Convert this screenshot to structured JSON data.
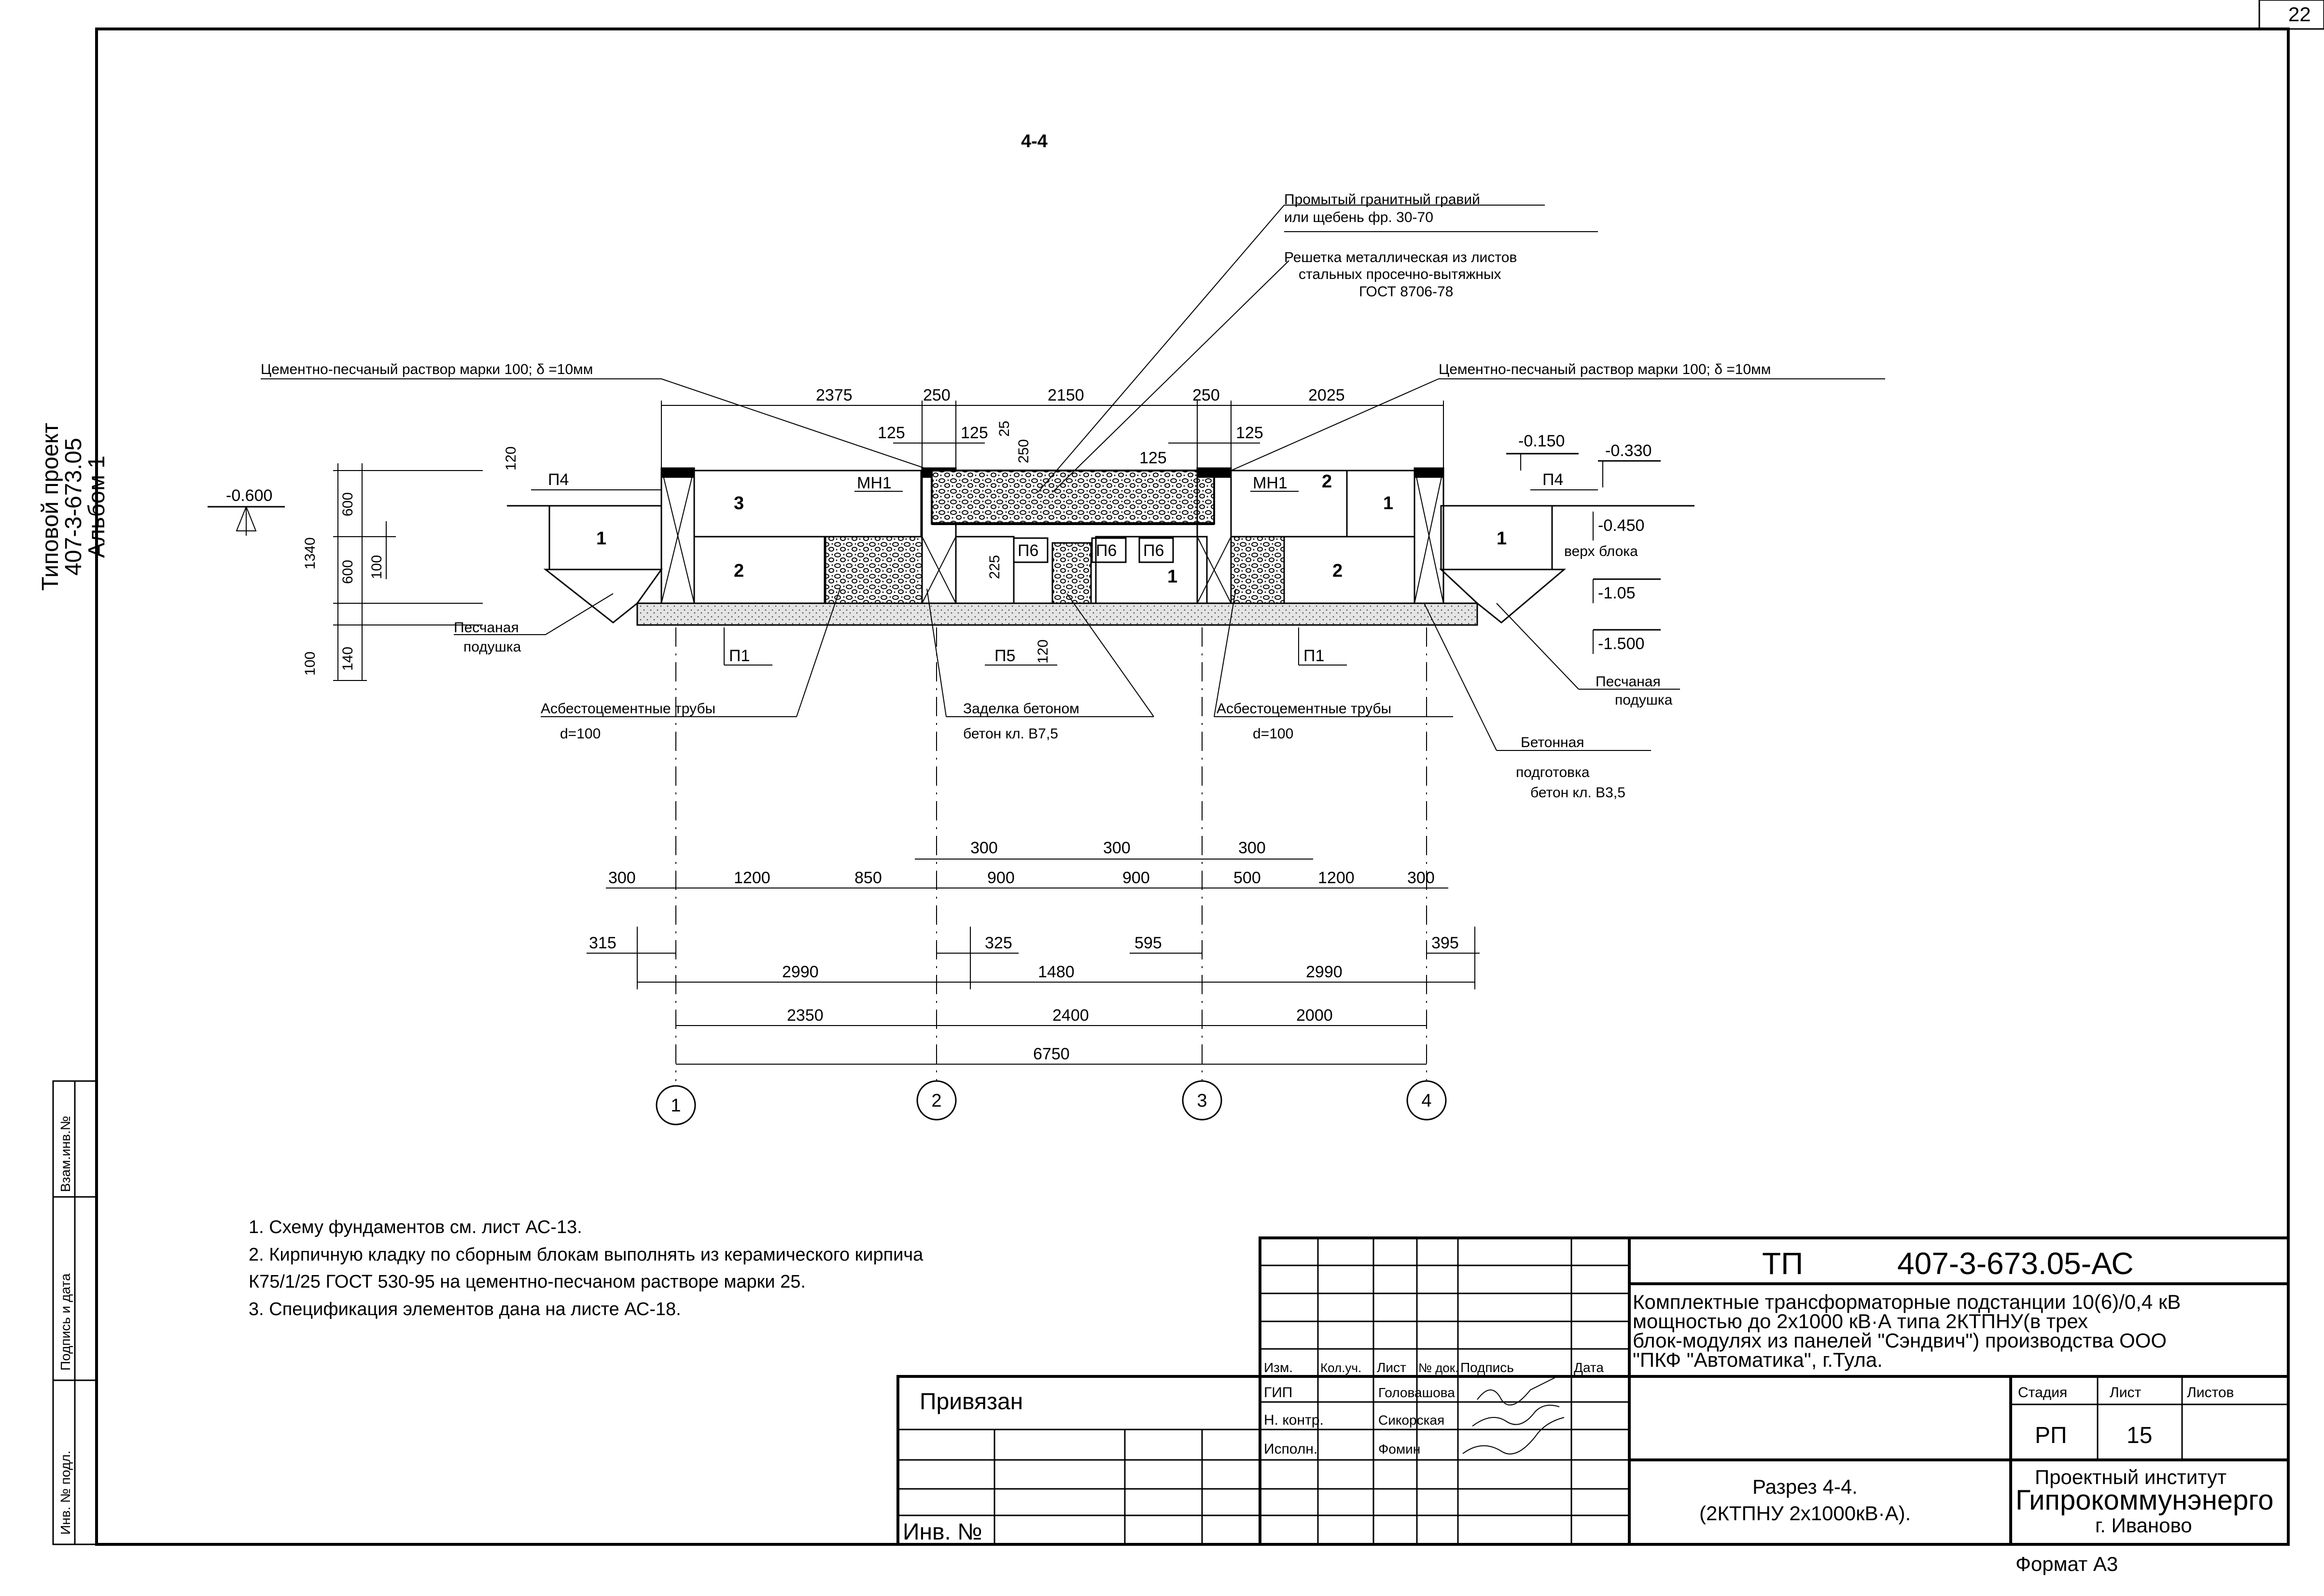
{
  "sheet": {
    "page_number": "22",
    "section_title": "4-4",
    "format": "Формат А3"
  },
  "side_stamp": {
    "line1": "Типовой проект",
    "line2": "407-3-673.05",
    "line3": "Альбом 1",
    "cols": [
      "Взам.инв.№",
      "Подпись и дата",
      "Инв. № подл."
    ]
  },
  "callouts": {
    "gravel_1": "Промытый гранитный гравий",
    "gravel_2": "или щебень фр. 30-70",
    "grid_1": "Решетка металлическая из листов",
    "grid_2": "стальных просечно-вытяжных",
    "grid_3": "ГОСТ 8706-78",
    "mortar_left": "Цементно-песчаный раствор марки 100; δ =10мм",
    "mortar_right": "Цементно-песчаный раствор марки 100; δ =10мм",
    "sand_left_1": "Песчаная",
    "sand_left_2": "подушка",
    "pipes_left_1": "Асбестоцементные трубы",
    "pipes_left_2": "d=100",
    "concrete_fill_1": "Заделка бетоном",
    "concrete_fill_2": "бетон кл. В7,5",
    "pipes_right_1": "Асбестоцементные трубы",
    "pipes_right_2": "d=100",
    "sand_right_1": "Песчаная",
    "sand_right_2": "подушка",
    "concrete_base_1": "Бетонная",
    "concrete_base_2": "подготовка",
    "concrete_base_3": "бетон кл. В3,5"
  },
  "marks": {
    "p4_left": "П4",
    "p4_right": "П4",
    "mn1_left": "МН1",
    "mn1_right": "МН1",
    "p6_a": "П6",
    "p6_b": "П6",
    "p6_c": "П6",
    "p1_left": "П1",
    "p1_right": "П1",
    "p5": "П5",
    "blk_3": "3",
    "blk_1a": "1",
    "blk_2a": "2",
    "blk_2b": "2",
    "blk_1b": "1",
    "blk_2c": "2",
    "blk_1c": "1",
    "blk_1d": "1"
  },
  "levels": {
    "l_0600": "-0.600",
    "l_0150": "-0.150",
    "l_0330": "-0.330",
    "l_0450": "-0.450",
    "top_block": "верх блока",
    "l_105": "-1.05",
    "l_1500": "-1.500"
  },
  "dims_top": {
    "d2375": "2375",
    "d250a": "250",
    "d2150": "2150",
    "d250b": "250",
    "d2025": "2025",
    "d125a": "125",
    "d125b": "125",
    "d25": "25",
    "d250c": "250",
    "d125c": "125",
    "d125d": "125",
    "d120": "120",
    "d1340": "1340",
    "d600a": "600",
    "d600b": "600",
    "d100a": "100",
    "d100b": "100",
    "d140": "140",
    "d225": "225",
    "d120b": "120"
  },
  "dims_bottom": {
    "r1": [
      "300",
      "1200",
      "850",
      "900",
      "900",
      "500",
      "1200",
      "300"
    ],
    "r1_top": [
      "300",
      "300",
      "300"
    ],
    "r2": [
      "315",
      "325",
      "595",
      "395"
    ],
    "r3": [
      "2990",
      "1480",
      "2990"
    ],
    "r4": [
      "2350",
      "2400",
      "2000"
    ],
    "r5": "6750"
  },
  "axes": [
    "1",
    "2",
    "3",
    "4"
  ],
  "notes": [
    "1. Схему фундаментов см. лист АС-13.",
    "2.  Кирпичную кладку по сборным блокам выполнять из керамического кирпича",
    "К75/1/25 ГОСТ 530-95 на цементно-песчаном растворе марки 25.",
    "3. Спецификация элементов дана на листе АС-18."
  ],
  "title_block": {
    "doc_code": "ТП",
    "doc_number": "407-3-673.05-АС",
    "description": [
      "Комплектные трансформаторные подстанции 10(6)/0,4 кВ",
      "мощностью до 2х1000 кВ·А типа 2КТПНУ(в трех",
      "блок-модулях из панелей \"Сэндвич\") производства ООО",
      "\"ПКФ \"Автоматика\", г.Тула."
    ],
    "head_cols": [
      "Изм.",
      "Кол.уч.",
      "Лист",
      "№ док.",
      "Подпись",
      "Дата"
    ],
    "roles": [
      {
        "role": "ГИП",
        "name": "Головашова"
      },
      {
        "role": "Н. контр.",
        "name": "Сикорская"
      },
      {
        "role": "Исполн.",
        "name": "Фомин"
      }
    ],
    "stage_label": "Стадия",
    "sheet_label": "Лист",
    "sheets_label": "Листов",
    "stage": "РП",
    "sheet": "15",
    "drawing_name_1": "Разрез 4-4.",
    "drawing_name_2": "(2КТПНУ 2х1000кВ·А).",
    "org_1": "Проектный институт",
    "org_2": "Гипрокоммунэнерго",
    "org_3": "г. Иваново",
    "bound": "Привязан",
    "inv": "Инв. №"
  }
}
